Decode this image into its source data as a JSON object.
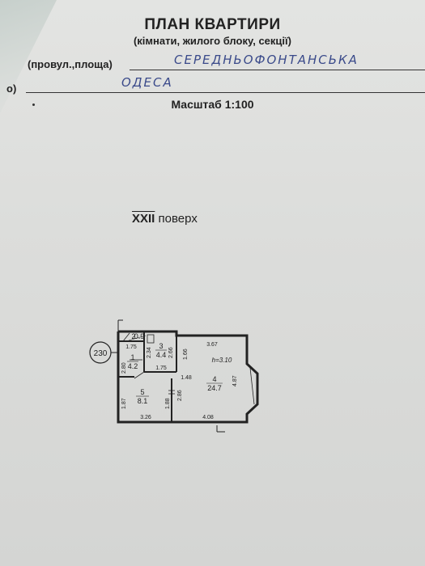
{
  "header": {
    "title": "ПЛАН КВАРТИРИ",
    "subtitle": "(кімнати, жилого блоку, секції)"
  },
  "street": {
    "label": "(провул.,площа)",
    "value": "СЕРЕДНЬОФОНТАНСЬКА"
  },
  "city": {
    "label": "о)",
    "value": "ОДЕСА"
  },
  "scale_label": "Масштаб 1:100",
  "floor": {
    "number": "XXII",
    "word": "поверх"
  },
  "plan": {
    "apartment_number": "230",
    "ceiling_height": "h=3.10",
    "rooms": [
      {
        "id": "1",
        "area": "4.2"
      },
      {
        "id": "2",
        "area": "0.9"
      },
      {
        "id": "3",
        "area": "4.4"
      },
      {
        "id": "4",
        "area": "24.7"
      },
      {
        "id": "5",
        "area": "8.1"
      }
    ],
    "dimensions": [
      "1.75",
      "2.34",
      "2.66",
      "2.80",
      "1.75",
      "1.66",
      "3.67",
      "1.48",
      "4.87",
      "2.86",
      "1.88",
      "1.87",
      "3.26",
      "4.08"
    ]
  }
}
